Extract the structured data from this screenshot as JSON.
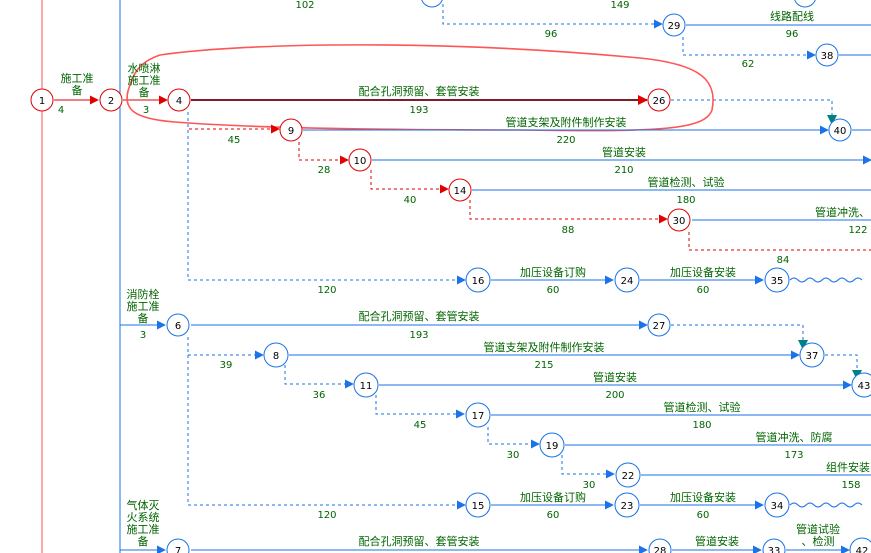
{
  "colors": {
    "blue": "#1a73e8",
    "red": "#e00000",
    "critical": "#7b1f2a",
    "teal": "#008080",
    "label": "#006400",
    "highlight": "#ff5555"
  },
  "nodes": [
    {
      "id": "1",
      "label": "1",
      "color": "red"
    },
    {
      "id": "2",
      "label": "2",
      "color": "red"
    },
    {
      "id": "4",
      "label": "4",
      "color": "red"
    },
    {
      "id": "26",
      "label": "26",
      "color": "red"
    },
    {
      "id": "9",
      "label": "9",
      "color": "red"
    },
    {
      "id": "10",
      "label": "10",
      "color": "red"
    },
    {
      "id": "14",
      "label": "14",
      "color": "red"
    },
    {
      "id": "30",
      "label": "30",
      "color": "red"
    },
    {
      "id": "29",
      "label": "29",
      "color": "blue"
    },
    {
      "id": "38",
      "label": "38",
      "color": "blue"
    },
    {
      "id": "40",
      "label": "40",
      "color": "blue"
    },
    {
      "id": "16",
      "label": "16",
      "color": "blue"
    },
    {
      "id": "24",
      "label": "24",
      "color": "blue"
    },
    {
      "id": "35",
      "label": "35",
      "color": "blue"
    },
    {
      "id": "6",
      "label": "6",
      "color": "blue"
    },
    {
      "id": "27",
      "label": "27",
      "color": "blue"
    },
    {
      "id": "8",
      "label": "8",
      "color": "blue"
    },
    {
      "id": "37",
      "label": "37",
      "color": "blue"
    },
    {
      "id": "11",
      "label": "11",
      "color": "blue"
    },
    {
      "id": "43",
      "label": "43",
      "color": "blue"
    },
    {
      "id": "17",
      "label": "17",
      "color": "blue"
    },
    {
      "id": "19",
      "label": "19",
      "color": "blue"
    },
    {
      "id": "22",
      "label": "22",
      "color": "blue"
    },
    {
      "id": "15",
      "label": "15",
      "color": "blue"
    },
    {
      "id": "23",
      "label": "23",
      "color": "blue"
    },
    {
      "id": "34",
      "label": "34",
      "color": "blue"
    },
    {
      "id": "7",
      "label": "7",
      "color": "blue"
    },
    {
      "id": "28",
      "label": "28",
      "color": "blue"
    },
    {
      "id": "33",
      "label": "33",
      "color": "blue"
    },
    {
      "id": "42",
      "label": "42",
      "color": "blue"
    }
  ],
  "labels": [
    {
      "id": "top-102",
      "text": "102",
      "kind": "dur"
    },
    {
      "id": "top-149",
      "text": "149",
      "kind": "dur"
    },
    {
      "id": "a29-lab",
      "text": "线路配线",
      "kind": "lab"
    },
    {
      "id": "a29-dur",
      "text": "96",
      "kind": "dur"
    },
    {
      "id": "d-29-dur",
      "text": "96",
      "kind": "dur"
    },
    {
      "id": "d-38-dur",
      "text": "62",
      "kind": "dur"
    },
    {
      "id": "a12-lab1",
      "text": "施工准",
      "kind": "lab"
    },
    {
      "id": "a12-lab2",
      "text": "备",
      "kind": "lab"
    },
    {
      "id": "a12-dur",
      "text": "4",
      "kind": "dur"
    },
    {
      "id": "a24-lab1",
      "text": "水喷淋",
      "kind": "lab"
    },
    {
      "id": "a24-lab2",
      "text": "施工准",
      "kind": "lab"
    },
    {
      "id": "a24-lab3",
      "text": "备",
      "kind": "lab"
    },
    {
      "id": "a24-dur",
      "text": "3",
      "kind": "dur"
    },
    {
      "id": "a426-lab",
      "text": "配合孔洞预留、套管安装",
      "kind": "lab"
    },
    {
      "id": "a426-dur",
      "text": "193",
      "kind": "dur"
    },
    {
      "id": "a49-dur",
      "text": "45",
      "kind": "dur"
    },
    {
      "id": "a940-lab",
      "text": "管道支架及附件制作安装",
      "kind": "lab"
    },
    {
      "id": "a940-dur",
      "text": "220",
      "kind": "dur"
    },
    {
      "id": "a910-dur",
      "text": "28",
      "kind": "dur"
    },
    {
      "id": "a10-lab",
      "text": "管道安装",
      "kind": "lab"
    },
    {
      "id": "a10-dur",
      "text": "210",
      "kind": "dur"
    },
    {
      "id": "a1014-dur",
      "text": "40",
      "kind": "dur"
    },
    {
      "id": "a14-lab",
      "text": "管道检测、试验",
      "kind": "lab"
    },
    {
      "id": "a14-dur",
      "text": "180",
      "kind": "dur"
    },
    {
      "id": "a1430-dur",
      "text": "88",
      "kind": "dur"
    },
    {
      "id": "a30-lab",
      "text": "管道冲洗、",
      "kind": "lab"
    },
    {
      "id": "a30-dur",
      "text": "122",
      "kind": "dur"
    },
    {
      "id": "a30d-dur",
      "text": "84",
      "kind": "dur"
    },
    {
      "id": "a416-dur",
      "text": "120",
      "kind": "dur"
    },
    {
      "id": "a1624-lab",
      "text": "加压设备订购",
      "kind": "lab"
    },
    {
      "id": "a1624-dur",
      "text": "60",
      "kind": "dur"
    },
    {
      "id": "a2435-lab",
      "text": "加压设备安装",
      "kind": "lab"
    },
    {
      "id": "a2435-dur",
      "text": "60",
      "kind": "dur"
    },
    {
      "id": "a26-lab1",
      "text": "消防栓",
      "kind": "lab"
    },
    {
      "id": "a26-lab2",
      "text": "施工准",
      "kind": "lab"
    },
    {
      "id": "a26-lab3",
      "text": "备",
      "kind": "lab"
    },
    {
      "id": "a26-dur",
      "text": "3",
      "kind": "dur"
    },
    {
      "id": "a627-lab",
      "text": "配合孔洞预留、套管安装",
      "kind": "lab"
    },
    {
      "id": "a627-dur",
      "text": "193",
      "kind": "dur"
    },
    {
      "id": "a68-dur",
      "text": "39",
      "kind": "dur"
    },
    {
      "id": "a837-lab",
      "text": "管道支架及附件制作安装",
      "kind": "lab"
    },
    {
      "id": "a837-dur",
      "text": "215",
      "kind": "dur"
    },
    {
      "id": "a811-dur",
      "text": "36",
      "kind": "dur"
    },
    {
      "id": "a1143-lab",
      "text": "管道安装",
      "kind": "lab"
    },
    {
      "id": "a1143-dur",
      "text": "200",
      "kind": "dur"
    },
    {
      "id": "a1117-dur",
      "text": "45",
      "kind": "dur"
    },
    {
      "id": "a17-lab",
      "text": "管道检测、试验",
      "kind": "lab"
    },
    {
      "id": "a17-dur",
      "text": "180",
      "kind": "dur"
    },
    {
      "id": "a1719-dur",
      "text": "30",
      "kind": "dur"
    },
    {
      "id": "a19-lab",
      "text": "管道冲洗、防腐",
      "kind": "lab"
    },
    {
      "id": "a19-dur",
      "text": "173",
      "kind": "dur"
    },
    {
      "id": "a1922-dur",
      "text": "30",
      "kind": "dur"
    },
    {
      "id": "a22-lab",
      "text": "组件安装",
      "kind": "lab"
    },
    {
      "id": "a22-dur",
      "text": "158",
      "kind": "dur"
    },
    {
      "id": "a615-dur",
      "text": "120",
      "kind": "dur"
    },
    {
      "id": "a1523-lab",
      "text": "加压设备订购",
      "kind": "lab"
    },
    {
      "id": "a1523-dur",
      "text": "60",
      "kind": "dur"
    },
    {
      "id": "a2334-lab",
      "text": "加压设备安装",
      "kind": "lab"
    },
    {
      "id": "a2334-dur",
      "text": "60",
      "kind": "dur"
    },
    {
      "id": "a27-lab1",
      "text": "气体灭",
      "kind": "lab"
    },
    {
      "id": "a27-lab2",
      "text": "火系统",
      "kind": "lab"
    },
    {
      "id": "a27-lab3",
      "text": "施工准",
      "kind": "lab"
    },
    {
      "id": "a27-lab4",
      "text": "备",
      "kind": "lab"
    },
    {
      "id": "a728-lab",
      "text": "配合孔洞预留、套管安装",
      "kind": "lab"
    },
    {
      "id": "a2833-lab",
      "text": "管道安装",
      "kind": "lab"
    },
    {
      "id": "a3342-lab1",
      "text": "管道试验",
      "kind": "lab"
    },
    {
      "id": "a3342-lab2",
      "text": "、检测",
      "kind": "lab"
    }
  ]
}
